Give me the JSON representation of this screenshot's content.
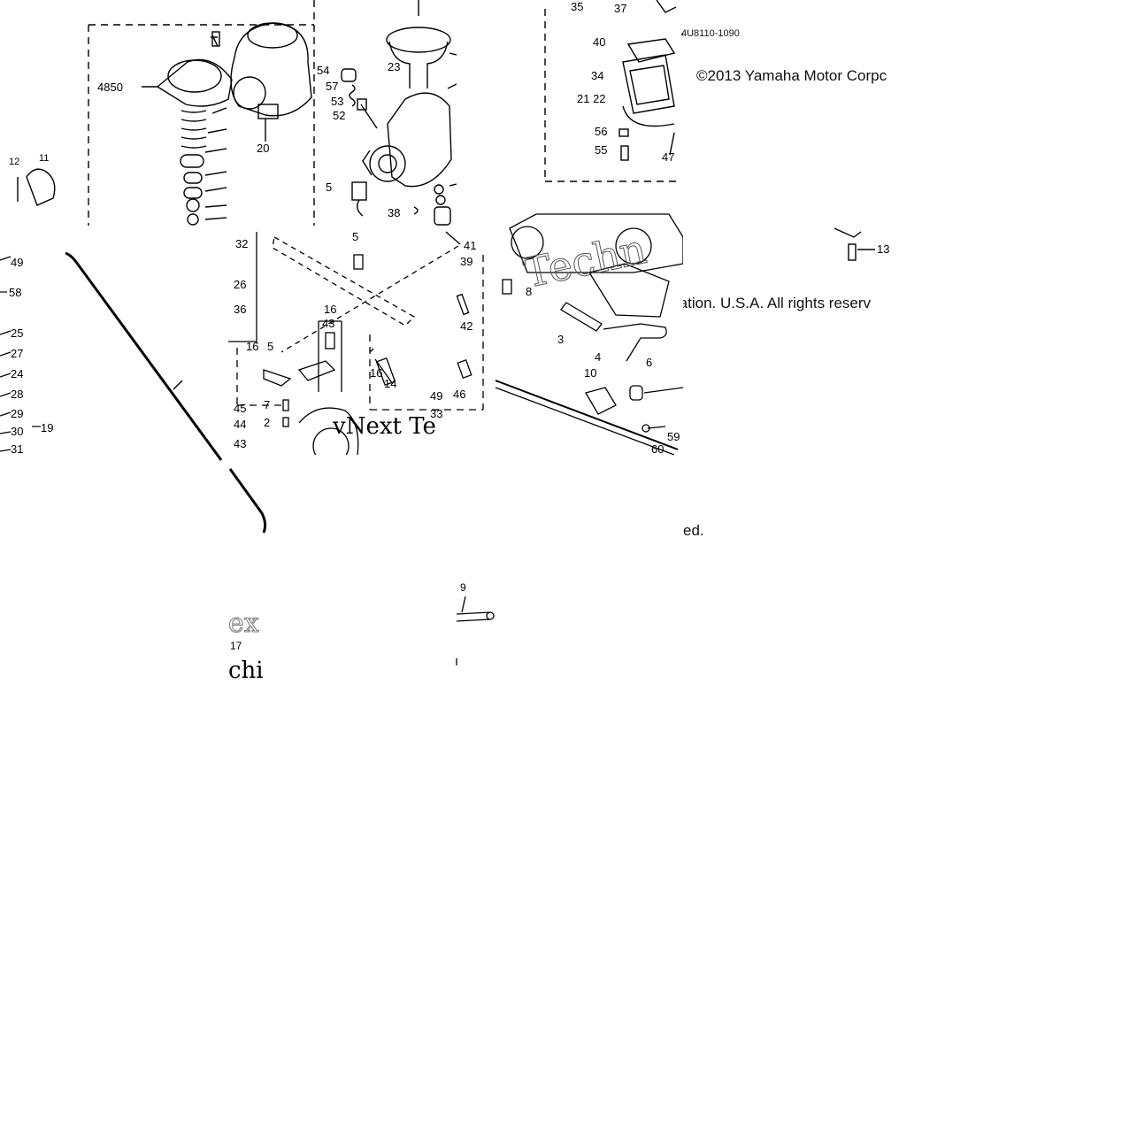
{
  "copyright": {
    "line1": "©2013 Yamaha Motor Corpc",
    "line2": "ration. U.S.A. All rights reserv",
    "line3": "ed."
  },
  "part_code": "4U8110-1090",
  "watermark": {
    "fragment_a": "vNext Te",
    "fragment_b": "ex",
    "fragment_c": "chi",
    "fragment_d": "Techn"
  },
  "callouts": {
    "n35": "35",
    "n37": "37",
    "n40": "40",
    "n34": "34",
    "n2122": "21 22",
    "n56": "56",
    "n55": "55",
    "n47": "47",
    "n4850": "4850",
    "n54": "54",
    "n57": "57",
    "n53": "53",
    "n52": "52",
    "n23": "23",
    "n20": "20",
    "n12": "12",
    "n11": "11",
    "n5a": "5",
    "n38": "38",
    "n41": "41",
    "n39": "39",
    "n32": "32",
    "n26": "26",
    "n36": "36",
    "n5b": "5",
    "n16a": "16",
    "n43a": "43",
    "n5c": "5",
    "n16b": "16",
    "n16c": "16",
    "n14": "14",
    "n7": "7",
    "n2": "2",
    "n45": "45",
    "n44": "44",
    "n43b": "43",
    "n49a": "49",
    "n58": "58",
    "n25": "25",
    "n27": "27",
    "n24": "24",
    "n28": "28",
    "n29": "29",
    "n30": "30",
    "n19": "19",
    "n31": "31",
    "n42": "42",
    "n46": "46",
    "n49b": "49",
    "n33": "33",
    "n8": "8",
    "n3": "3",
    "n4": "4",
    "n6": "6",
    "n10": "10",
    "n59": "59",
    "n60": "60",
    "n13": "13",
    "n9": "9",
    "n17": "17"
  }
}
